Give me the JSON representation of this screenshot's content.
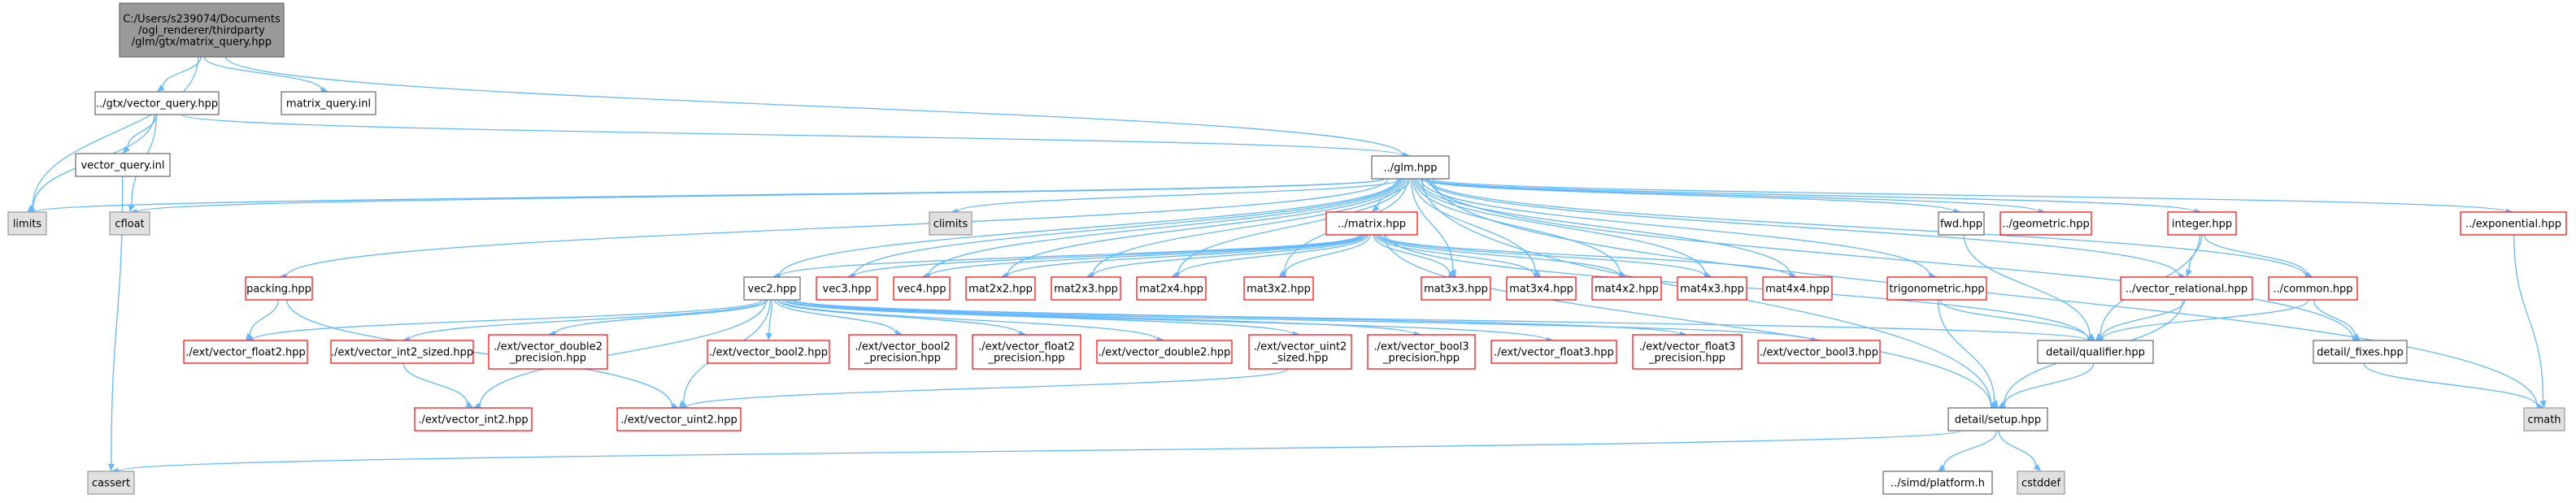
{
  "colors": {
    "edge": "#63B8FF",
    "root_fill": "#999999",
    "root_border": "#666666",
    "normal_fill": "#ffffff",
    "normal_border": "#666666",
    "missing_fill": "#ffffff",
    "missing_border": "#ff0000",
    "system_fill": "#e0e0e0",
    "system_border": "#999999"
  },
  "diagram": {
    "title": "Include dependency graph for matrix_query.hpp",
    "nodes": [
      {
        "id": "root",
        "style": "root",
        "lines": [
          "C:/Users/s239074/Documents",
          "/ogl_renderer/thirdparty",
          "/glm/gtx/matrix_query.hpp"
        ]
      },
      {
        "id": "vector_query",
        "style": "normal",
        "lines": [
          "../gtx/vector_query.hpp"
        ]
      },
      {
        "id": "matrix_query_inl",
        "style": "normal",
        "lines": [
          "matrix_query.inl"
        ]
      },
      {
        "id": "glm",
        "style": "normal",
        "lines": [
          "../glm.hpp"
        ]
      },
      {
        "id": "vector_query_inl",
        "style": "normal",
        "lines": [
          "vector_query.inl"
        ]
      },
      {
        "id": "limits",
        "style": "system",
        "lines": [
          "limits"
        ]
      },
      {
        "id": "cfloat",
        "style": "system",
        "lines": [
          "cfloat"
        ]
      },
      {
        "id": "climits",
        "style": "system",
        "lines": [
          "climits"
        ]
      },
      {
        "id": "matrix",
        "style": "missing",
        "lines": [
          "../matrix.hpp"
        ]
      },
      {
        "id": "fwd",
        "style": "normal",
        "lines": [
          "fwd.hpp"
        ]
      },
      {
        "id": "geometric",
        "style": "missing",
        "lines": [
          "../geometric.hpp"
        ]
      },
      {
        "id": "integer",
        "style": "missing",
        "lines": [
          "integer.hpp"
        ]
      },
      {
        "id": "exponential",
        "style": "missing",
        "lines": [
          "../exponential.hpp"
        ]
      },
      {
        "id": "packing",
        "style": "missing",
        "lines": [
          "packing.hpp"
        ]
      },
      {
        "id": "vec2",
        "style": "normal",
        "lines": [
          "vec2.hpp"
        ]
      },
      {
        "id": "vec3",
        "style": "missing",
        "lines": [
          "vec3.hpp"
        ]
      },
      {
        "id": "vec4",
        "style": "missing",
        "lines": [
          "vec4.hpp"
        ]
      },
      {
        "id": "mat2x2",
        "style": "missing",
        "lines": [
          "mat2x2.hpp"
        ]
      },
      {
        "id": "mat2x3",
        "style": "missing",
        "lines": [
          "mat2x3.hpp"
        ]
      },
      {
        "id": "mat2x4",
        "style": "missing",
        "lines": [
          "mat2x4.hpp"
        ]
      },
      {
        "id": "mat3x2",
        "style": "missing",
        "lines": [
          "mat3x2.hpp"
        ]
      },
      {
        "id": "mat3x3",
        "style": "missing",
        "lines": [
          "mat3x3.hpp"
        ]
      },
      {
        "id": "mat3x4",
        "style": "missing",
        "lines": [
          "mat3x4.hpp"
        ]
      },
      {
        "id": "mat4x2",
        "style": "missing",
        "lines": [
          "mat4x2.hpp"
        ]
      },
      {
        "id": "mat4x3",
        "style": "missing",
        "lines": [
          "mat4x3.hpp"
        ]
      },
      {
        "id": "mat4x4",
        "style": "missing",
        "lines": [
          "mat4x4.hpp"
        ]
      },
      {
        "id": "trigonometric",
        "style": "missing",
        "lines": [
          "trigonometric.hpp"
        ]
      },
      {
        "id": "vector_relational",
        "style": "missing",
        "lines": [
          "../vector_relational.hpp"
        ]
      },
      {
        "id": "common",
        "style": "missing",
        "lines": [
          "../common.hpp"
        ]
      },
      {
        "id": "vector_float2",
        "style": "missing",
        "lines": [
          "./ext/vector_float2.hpp"
        ]
      },
      {
        "id": "vector_int2_sized",
        "style": "missing",
        "lines": [
          "./ext/vector_int2_sized.hpp"
        ]
      },
      {
        "id": "vector_double2_precision",
        "style": "missing",
        "lines": [
          "./ext/vector_double2",
          "_precision.hpp"
        ]
      },
      {
        "id": "vector_bool2",
        "style": "missing",
        "lines": [
          "./ext/vector_bool2.hpp"
        ]
      },
      {
        "id": "vector_bool2_precision",
        "style": "missing",
        "lines": [
          "./ext/vector_bool2",
          "_precision.hpp"
        ]
      },
      {
        "id": "vector_float2_precision",
        "style": "missing",
        "lines": [
          "./ext/vector_float2",
          "_precision.hpp"
        ]
      },
      {
        "id": "vector_double2",
        "style": "missing",
        "lines": [
          "./ext/vector_double2.hpp"
        ]
      },
      {
        "id": "vector_uint2_sized",
        "style": "missing",
        "lines": [
          "./ext/vector_uint2",
          "_sized.hpp"
        ]
      },
      {
        "id": "vector_bool3_precision",
        "style": "missing",
        "lines": [
          "./ext/vector_bool3",
          "_precision.hpp"
        ]
      },
      {
        "id": "vector_float3",
        "style": "missing",
        "lines": [
          "./ext/vector_float3.hpp"
        ]
      },
      {
        "id": "vector_float3_precision",
        "style": "missing",
        "lines": [
          "./ext/vector_float3",
          "_precision.hpp"
        ]
      },
      {
        "id": "vector_bool3",
        "style": "missing",
        "lines": [
          "./ext/vector_bool3.hpp"
        ]
      },
      {
        "id": "qualifier",
        "style": "normal",
        "lines": [
          "detail/qualifier.hpp"
        ]
      },
      {
        "id": "fixes",
        "style": "normal",
        "lines": [
          "detail/_fixes.hpp"
        ]
      },
      {
        "id": "vector_int2",
        "style": "missing",
        "lines": [
          "./ext/vector_int2.hpp"
        ]
      },
      {
        "id": "vector_uint2",
        "style": "missing",
        "lines": [
          "./ext/vector_uint2.hpp"
        ]
      },
      {
        "id": "setup",
        "style": "normal",
        "lines": [
          "detail/setup.hpp"
        ]
      },
      {
        "id": "cmath",
        "style": "system",
        "lines": [
          "cmath"
        ]
      },
      {
        "id": "cassert",
        "style": "system",
        "lines": [
          "cassert"
        ]
      },
      {
        "id": "platform",
        "style": "normal",
        "lines": [
          "../simd/platform.h"
        ]
      },
      {
        "id": "cstddef",
        "style": "system",
        "lines": [
          "cstddef"
        ]
      }
    ],
    "edges": [
      [
        "root",
        "vector_query"
      ],
      [
        "root",
        "matrix_query_inl"
      ],
      [
        "root",
        "glm"
      ],
      [
        "root",
        "limits"
      ],
      [
        "vector_query",
        "glm"
      ],
      [
        "vector_query",
        "vector_query_inl"
      ],
      [
        "vector_query",
        "cfloat"
      ],
      [
        "vector_query",
        "limits"
      ],
      [
        "vector_query_inl",
        "cassert"
      ],
      [
        "glm",
        "limits"
      ],
      [
        "glm",
        "cfloat"
      ],
      [
        "glm",
        "climits"
      ],
      [
        "glm",
        "matrix"
      ],
      [
        "glm",
        "fwd"
      ],
      [
        "glm",
        "geometric"
      ],
      [
        "glm",
        "integer"
      ],
      [
        "glm",
        "exponential"
      ],
      [
        "glm",
        "packing"
      ],
      [
        "glm",
        "vec2"
      ],
      [
        "glm",
        "vec3"
      ],
      [
        "glm",
        "vec4"
      ],
      [
        "glm",
        "mat2x2"
      ],
      [
        "glm",
        "mat2x3"
      ],
      [
        "glm",
        "mat2x4"
      ],
      [
        "glm",
        "mat3x2"
      ],
      [
        "glm",
        "mat3x3"
      ],
      [
        "glm",
        "mat3x4"
      ],
      [
        "glm",
        "mat4x2"
      ],
      [
        "glm",
        "mat4x3"
      ],
      [
        "glm",
        "mat4x4"
      ],
      [
        "glm",
        "trigonometric"
      ],
      [
        "glm",
        "vector_relational"
      ],
      [
        "glm",
        "common"
      ],
      [
        "glm",
        "setup"
      ],
      [
        "glm",
        "fixes"
      ],
      [
        "glm",
        "cmath"
      ],
      [
        "matrix",
        "vec2"
      ],
      [
        "matrix",
        "vec3"
      ],
      [
        "matrix",
        "vec4"
      ],
      [
        "matrix",
        "mat2x2"
      ],
      [
        "matrix",
        "mat2x3"
      ],
      [
        "matrix",
        "mat2x4"
      ],
      [
        "matrix",
        "mat3x2"
      ],
      [
        "matrix",
        "mat3x3"
      ],
      [
        "matrix",
        "mat3x4"
      ],
      [
        "matrix",
        "mat4x2"
      ],
      [
        "matrix",
        "mat4x3"
      ],
      [
        "matrix",
        "mat4x4"
      ],
      [
        "matrix",
        "setup"
      ],
      [
        "matrix",
        "qualifier"
      ],
      [
        "fwd",
        "qualifier"
      ],
      [
        "integer",
        "vector_relational"
      ],
      [
        "integer",
        "common"
      ],
      [
        "integer",
        "qualifier"
      ],
      [
        "exponential",
        "cmath"
      ],
      [
        "packing",
        "vector_float2"
      ],
      [
        "packing",
        "vector_uint2"
      ],
      [
        "vec2",
        "vector_float2"
      ],
      [
        "vec2",
        "vector_int2_sized"
      ],
      [
        "vec2",
        "vector_double2_precision"
      ],
      [
        "vec2",
        "vector_bool2"
      ],
      [
        "vec2",
        "vector_bool2_precision"
      ],
      [
        "vec2",
        "vector_float2_precision"
      ],
      [
        "vec2",
        "vector_double2"
      ],
      [
        "vec2",
        "vector_uint2_sized"
      ],
      [
        "vec2",
        "vector_bool3_precision"
      ],
      [
        "vec2",
        "vector_float3"
      ],
      [
        "vec2",
        "vector_float3_precision"
      ],
      [
        "vec2",
        "vector_bool3"
      ],
      [
        "vec2",
        "vector_int2"
      ],
      [
        "vec2",
        "vector_uint2"
      ],
      [
        "vec2",
        "qualifier"
      ],
      [
        "vector_int2_sized",
        "vector_int2"
      ],
      [
        "vector_uint2_sized",
        "vector_uint2"
      ],
      [
        "trigonometric",
        "setup"
      ],
      [
        "trigonometric",
        "qualifier"
      ],
      [
        "vector_relational",
        "setup"
      ],
      [
        "vector_relational",
        "qualifier"
      ],
      [
        "common",
        "qualifier"
      ],
      [
        "common",
        "fixes"
      ],
      [
        "fixes",
        "cmath"
      ],
      [
        "qualifier",
        "setup"
      ],
      [
        "setup",
        "cassert"
      ],
      [
        "setup",
        "platform"
      ],
      [
        "setup",
        "cstddef"
      ]
    ]
  }
}
